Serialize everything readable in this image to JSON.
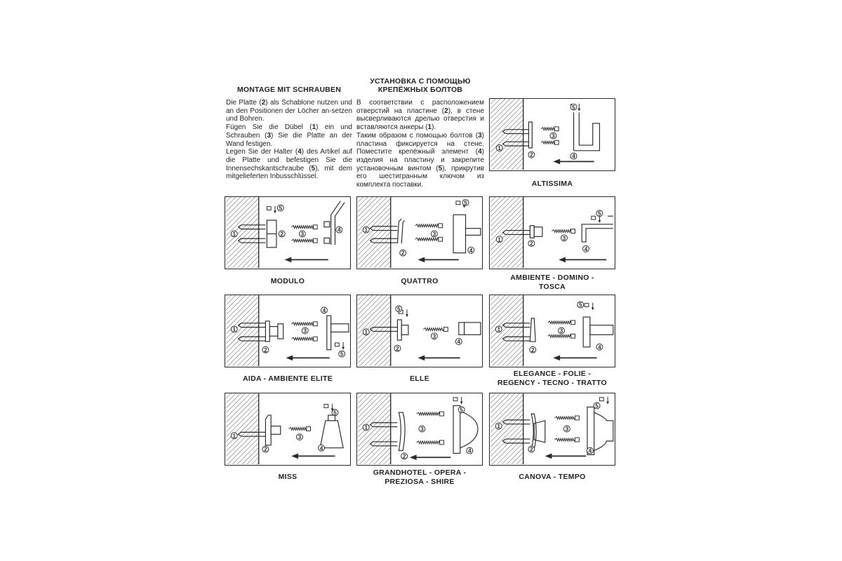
{
  "german": {
    "heading": "MONTAGE MIT SCHRAUBEN",
    "paragraphs": [
      [
        {
          "t": "Die Platte ("
        },
        {
          "b": "2"
        },
        {
          "t": ") als Schablone nutzen und an den Positionen der Löcher an-setzen und Bohren."
        }
      ],
      [
        {
          "t": "Fügen Sie die Dübel ("
        },
        {
          "b": "1"
        },
        {
          "t": ") ein und Schrauben ("
        },
        {
          "b": "3"
        },
        {
          "t": ") Sie die Platte an der Wand festigen."
        }
      ],
      [
        {
          "t": "Legen Sie der Halter ("
        },
        {
          "b": "4"
        },
        {
          "t": ") des Artikel auf die Platte und befestigen Sie die Innensechskantschraube ("
        },
        {
          "b": "5"
        },
        {
          "t": "), mit dem mitgelieferten Inbusschlüssel."
        }
      ]
    ]
  },
  "russian": {
    "heading_line1": "УСТАНОВКА С ПОМОЩЬЮ",
    "heading_line2": "КРЕПЁЖНЫХ БОЛТОВ",
    "paragraphs": [
      [
        {
          "t": "В соответствии с расположением отверстий на пластине ("
        },
        {
          "b": "2"
        },
        {
          "t": "), в стене высверливаются дрелью отверстия и вставляются анкеры ("
        },
        {
          "b": "1"
        },
        {
          "t": ")."
        }
      ],
      [
        {
          "t": "Таким образом с помощью болтов ("
        },
        {
          "b": "3"
        },
        {
          "t": ") пластина фиксируется на стене. Поместите крепёжный элемент ("
        },
        {
          "b": "4"
        },
        {
          "t": ") изделия на пластину и закрепите установочным винтом ("
        },
        {
          "b": "5"
        },
        {
          "t": "), прикрутив его шестигранным ключом из комплекта поставки."
        }
      ]
    ]
  },
  "callouts": [
    "1",
    "2",
    "3",
    "4",
    "5"
  ],
  "captions": {
    "altissima": [
      "ALTISSIMA"
    ],
    "modulo": [
      "MODULO"
    ],
    "quattro": [
      "QUATTRO"
    ],
    "ambiente": [
      "AMBIENTE - DOMINO -",
      "TOSCA"
    ],
    "aida": [
      "AIDA - AMBIENTE ELITE"
    ],
    "elle": [
      "ELLE"
    ],
    "elegance": [
      "ELEGANCE - FOLIE -",
      "REGENCY - TECNO - TRATTO"
    ],
    "miss": [
      "MISS"
    ],
    "grandhotel": [
      "GRANDHOTEL - OPERA -",
      "PREZIOSA - SHIRE"
    ],
    "canova": [
      "CANOVA - TEMPO"
    ]
  }
}
